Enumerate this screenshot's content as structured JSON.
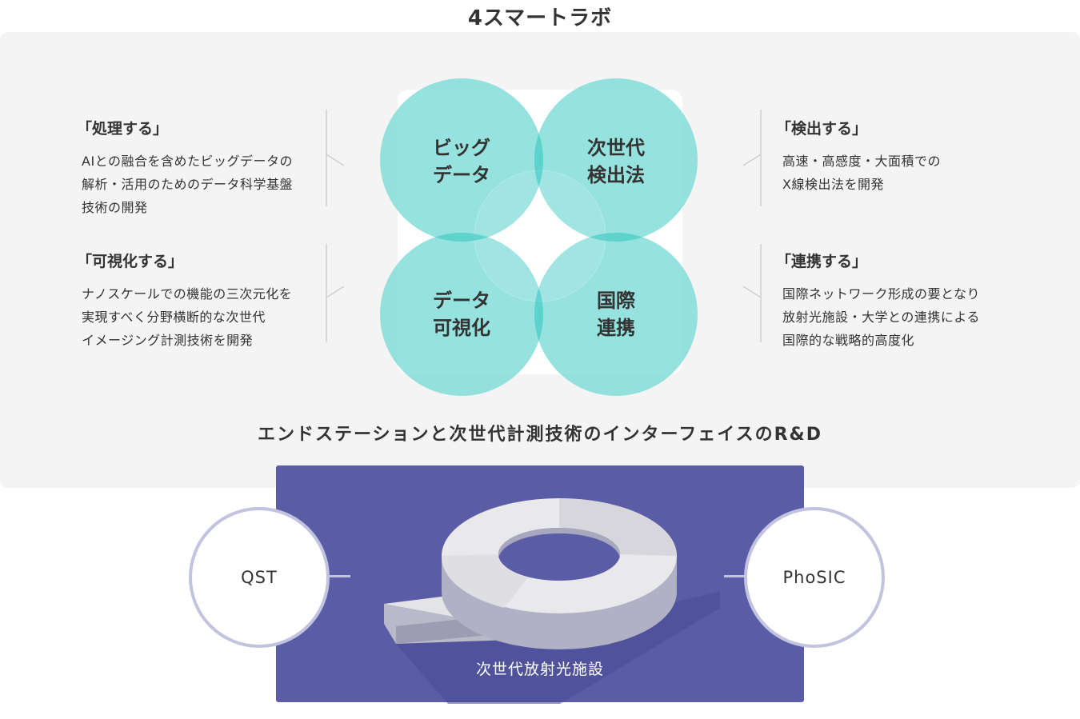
{
  "page": {
    "title": "4スマートラボ",
    "subtitle": "エンドステーションと次世代計測技術のインターフェイスのR&D"
  },
  "labs": [
    {
      "name": "ビッグデータ",
      "lines": [
        "ビッグ",
        "データ"
      ]
    },
    {
      "name": "次世代検出法",
      "lines": [
        "次世代",
        "検出法"
      ]
    },
    {
      "name": "データ可視化",
      "lines": [
        "データ",
        "可視化"
      ]
    },
    {
      "name": "国際連携",
      "lines": [
        "国際",
        "連携"
      ]
    }
  ],
  "descriptions": {
    "process": {
      "heading": "「処理する」",
      "lines": [
        "AIとの融合を含めたビッグデータの",
        "解析・活用のためのデータ科学基盤",
        "技術の開発"
      ]
    },
    "detect": {
      "heading": "「検出する」",
      "lines": [
        "高速・高感度・大面積での",
        "X線検出法を開発"
      ]
    },
    "visualize": {
      "heading": "「可視化する」",
      "lines": [
        "ナノスケールでの機能の三次元化を",
        "実現すべく分野横断的な次世代",
        "イメージング計測技術を開発"
      ]
    },
    "connect": {
      "heading": "「連携する」",
      "lines": [
        "国際ネットワーク形成の要となり",
        "放射光施設・大学との連携による",
        "国際的な戦略的高度化"
      ]
    }
  },
  "facility": {
    "caption": "次世代放射光施設",
    "partners": {
      "left": "QST",
      "right": "PhoSIC"
    }
  },
  "colors": {
    "circle": "#7fdcd7",
    "overlap": "#4fcdc8",
    "panel": "#f4f4f4",
    "facility": "#5a5ca6",
    "partner_ring": "#c2c3df",
    "bracket": "#cfcfcf"
  }
}
